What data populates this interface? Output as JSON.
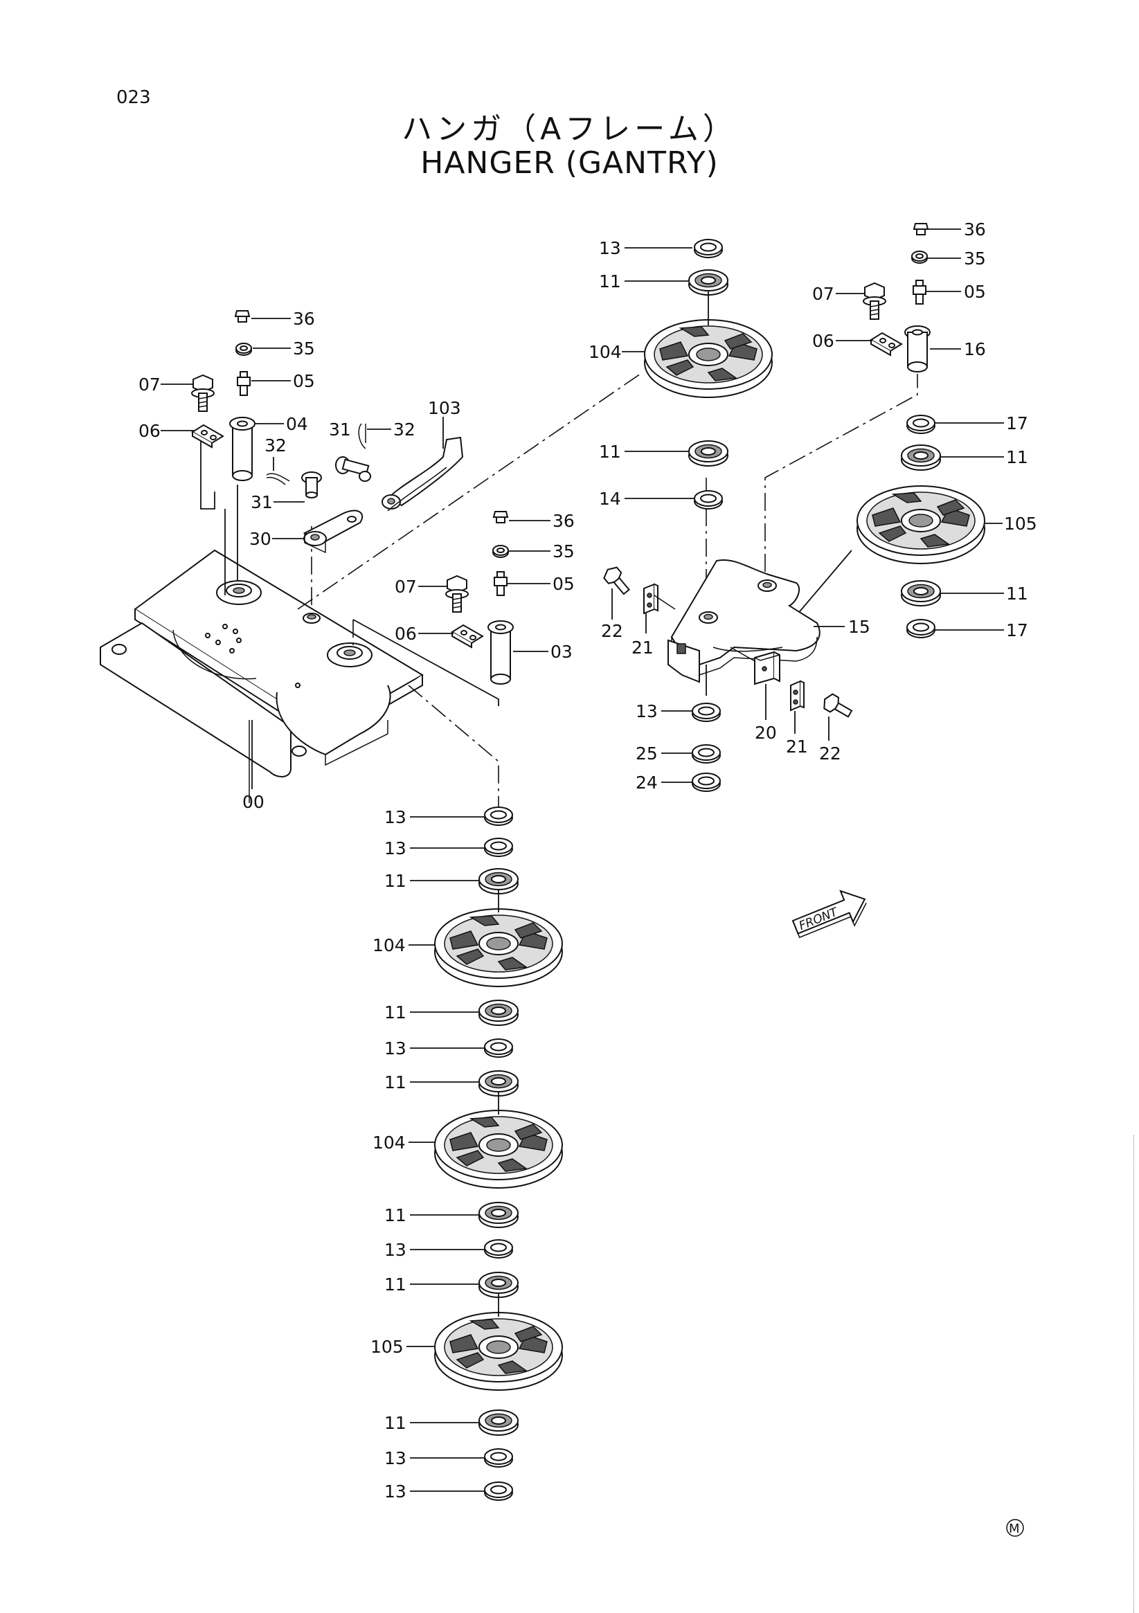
{
  "page_number": "023",
  "title_jp": "ハンガ（Aフレーム）",
  "title_en": "HANGER (GANTRY)",
  "front_label": "FRONT",
  "m_mark": "M",
  "labels": {
    "top_left": [
      "36",
      "35",
      "05",
      "07",
      "06",
      "04",
      "32",
      "31",
      "32",
      "31",
      "30",
      "103",
      "00"
    ],
    "mid": [
      "36",
      "35",
      "05",
      "07",
      "06",
      "03"
    ],
    "top_center": [
      "13",
      "11",
      "104",
      "11",
      "14"
    ],
    "top_right": [
      "36",
      "35",
      "05",
      "07",
      "06",
      "16",
      "17",
      "11",
      "105",
      "11",
      "17"
    ],
    "bracket": [
      "22",
      "21",
      "15",
      "13",
      "25",
      "24",
      "20",
      "21",
      "22"
    ],
    "stack": [
      "13",
      "13",
      "11",
      "104",
      "11",
      "13",
      "11",
      "104",
      "11",
      "13",
      "11",
      "105",
      "11",
      "13",
      "13"
    ]
  }
}
